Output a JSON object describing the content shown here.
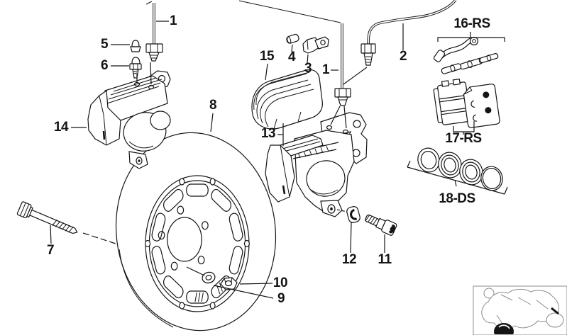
{
  "figure": {
    "background": "#ffffff",
    "line_color": "#141414",
    "thumbnail_line_color": "#8c8c8c"
  },
  "labels": {
    "p1a": "1",
    "p1b": "1",
    "p2": "2",
    "p3": "3",
    "p4": "4",
    "p5": "5",
    "p6": "6",
    "p7": "7",
    "p8": "8",
    "p9": "9",
    "p10": "10",
    "p11": "11",
    "p12": "12",
    "p13": "13",
    "p14": "14",
    "p15": "15",
    "p16": "16-RS",
    "p17": "17-RS",
    "p18": "18-DS"
  },
  "icons": {
    "thumbnail": "motorcycle-icon"
  }
}
